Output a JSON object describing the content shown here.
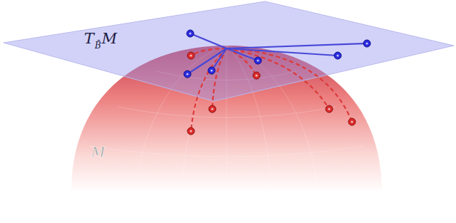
{
  "diagram": {
    "labels": [
      "T",
      "B̄",
      "M",
      "M"
    ]
  }
}
